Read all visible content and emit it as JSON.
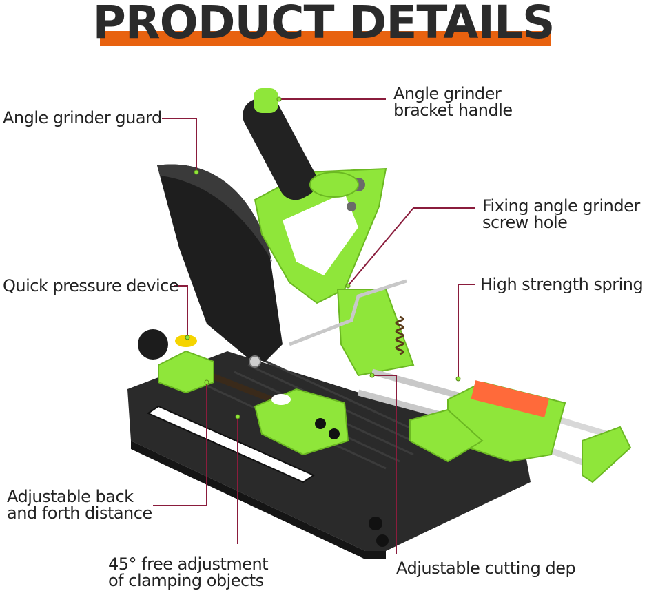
{
  "header": {
    "title": "PRODUCT DETAILS"
  },
  "colors": {
    "accent_bar": "#e8620f",
    "leader_line": "#8a1c3c",
    "tool_green": "#8fe63a",
    "base_black": "#2a2a2a"
  },
  "callouts": {
    "guard": "Angle grinder guard",
    "handle_line1": "Angle grinder",
    "handle_line2": "bracket handle",
    "screw_line1": "Fixing angle grinder",
    "screw_line2": "screw hole",
    "pressure": "Quick pressure device",
    "spring": "High strength spring",
    "distance_line1": "Adjustable back",
    "distance_line2": "and forth distance",
    "clamp_line1": "45° free adjustment",
    "clamp_line2": "of clamping objects",
    "cutting": "Adjustable cutting dep"
  }
}
